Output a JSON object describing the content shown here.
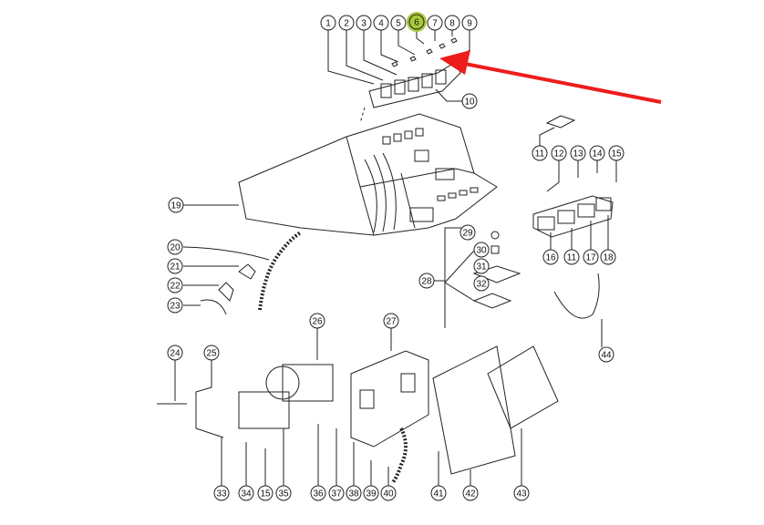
{
  "diagram": {
    "highlight_color": "#a8c93a",
    "arrow_color": "#ee1c1c",
    "highlighted_callout": "6",
    "callouts": [
      {
        "label": "1"
      },
      {
        "label": "2"
      },
      {
        "label": "3"
      },
      {
        "label": "4"
      },
      {
        "label": "5"
      },
      {
        "label": "6"
      },
      {
        "label": "7"
      },
      {
        "label": "8"
      },
      {
        "label": "9"
      },
      {
        "label": "10"
      },
      {
        "label": "11"
      },
      {
        "label": "12"
      },
      {
        "label": "13"
      },
      {
        "label": "14"
      },
      {
        "label": "15"
      },
      {
        "label": "19"
      },
      {
        "label": "29"
      },
      {
        "label": "30"
      },
      {
        "label": "31"
      },
      {
        "label": "32"
      },
      {
        "label": "28"
      },
      {
        "label": "20"
      },
      {
        "label": "21"
      },
      {
        "label": "22"
      },
      {
        "label": "23"
      },
      {
        "label": "16"
      },
      {
        "label": "11"
      },
      {
        "label": "17"
      },
      {
        "label": "18"
      },
      {
        "label": "44"
      },
      {
        "label": "26"
      },
      {
        "label": "27"
      },
      {
        "label": "24"
      },
      {
        "label": "25"
      },
      {
        "label": "33"
      },
      {
        "label": "34"
      },
      {
        "label": "15"
      },
      {
        "label": "35"
      },
      {
        "label": "36"
      },
      {
        "label": "37"
      },
      {
        "label": "38"
      },
      {
        "label": "39"
      },
      {
        "label": "40"
      },
      {
        "label": "41"
      },
      {
        "label": "42"
      },
      {
        "label": "43"
      }
    ]
  }
}
